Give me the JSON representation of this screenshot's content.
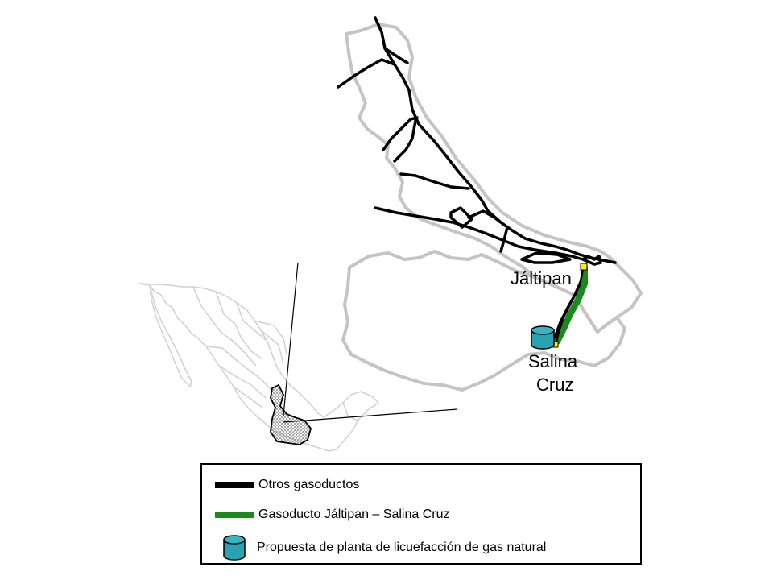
{
  "map": {
    "labels": {
      "jaltipan": "Jáltipan",
      "salina_line1": "Salina",
      "salina_line2": "Cruz"
    },
    "colors": {
      "state_outline": "#c0c0c0",
      "other_pipelines": "#000000",
      "jaltipan_salina_pipeline": "#1a8a1a",
      "lng_tank": "#2aa3b0",
      "marker": "#ffee00"
    }
  },
  "legend": {
    "items": [
      {
        "label": "Otros gasoductos",
        "symbol": "black-line"
      },
      {
        "label": "Gasoducto Jáltipan – Salina Cruz",
        "symbol": "green-line"
      },
      {
        "label": "Propuesta de planta de licuefacción de gas natural",
        "symbol": "tank-icon"
      }
    ]
  }
}
